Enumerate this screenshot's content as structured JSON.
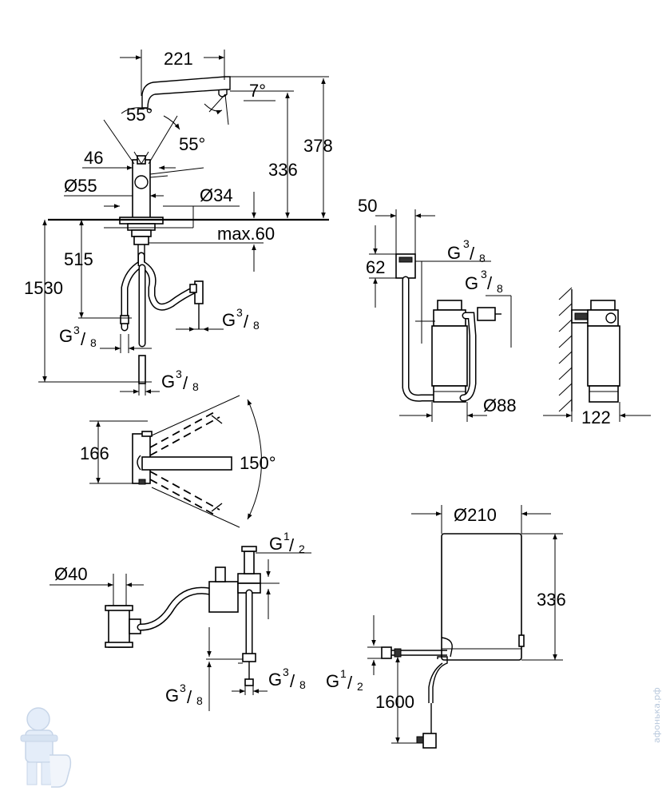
{
  "faucet_top": {
    "spout_reach": "221",
    "spout_angle": "7°",
    "lever_angle_a": "55°",
    "lever_angle_b": "55°",
    "lever_offset": "46",
    "body_diameter": "Ø55",
    "hole_diameter": "Ø34",
    "height_total": "378",
    "height_spout": "336",
    "max_thickness": "max.60",
    "shank_length": "515",
    "hose_length": "1530",
    "thread_left": {
      "base": "G",
      "num": "3",
      "den": "8"
    },
    "thread_right": {
      "base": "G",
      "num": "3",
      "den": "8"
    },
    "thread_bottom": {
      "base": "G",
      "num": "3",
      "den": "8"
    }
  },
  "filter": {
    "head_width": "50",
    "head_height": "62",
    "thread_a": {
      "base": "G",
      "num": "3",
      "den": "8"
    },
    "thread_b": {
      "base": "G",
      "num": "3",
      "den": "8"
    },
    "diameter": "Ø88",
    "wall_depth": "122"
  },
  "swivel": {
    "height": "166",
    "angle": "150°"
  },
  "valve": {
    "pipe_diameter": "Ø40",
    "thread_top": {
      "base": "G",
      "num": "1",
      "den": "2"
    },
    "thread_left": {
      "base": "G",
      "num": "3",
      "den": "8"
    },
    "thread_right": {
      "base": "G",
      "num": "3",
      "den": "8"
    }
  },
  "boiler": {
    "diameter": "Ø210",
    "height": "336",
    "thread": {
      "base": "G",
      "num": "1",
      "den": "2"
    },
    "cable_length": "1600"
  },
  "watermark": {
    "vertical_text": "афонька.рф"
  }
}
